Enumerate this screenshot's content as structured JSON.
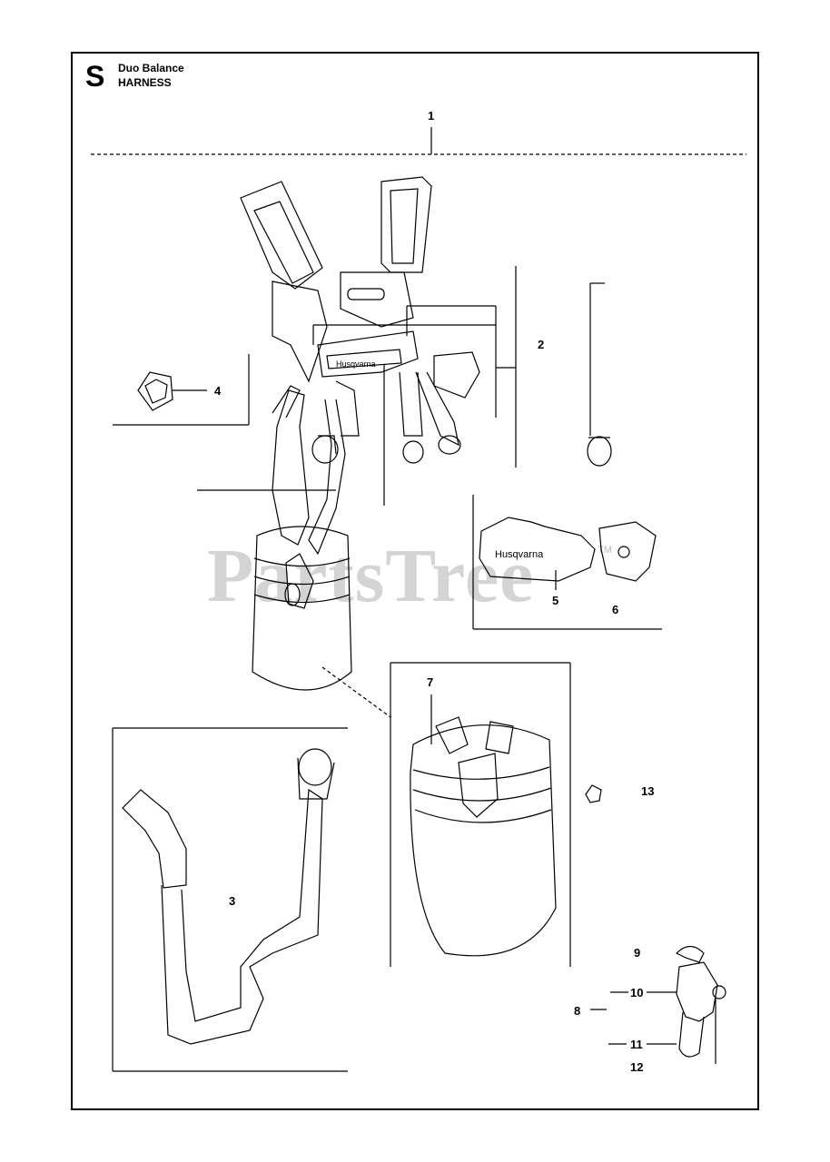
{
  "header": {
    "section_letter": "S",
    "model": "Duo Balance",
    "section_title": "HARNESS"
  },
  "watermark": {
    "text": "PartsTree",
    "trademark": "TM"
  },
  "callouts": {
    "c1": "1",
    "c2": "2",
    "c3": "3",
    "c4": "4",
    "c5": "5",
    "c6": "6",
    "c7": "7",
    "c8": "8",
    "c9": "9",
    "c10": "10",
    "c11": "11",
    "c12": "12",
    "c13": "13"
  },
  "brand_text": "Husqvarna"
}
